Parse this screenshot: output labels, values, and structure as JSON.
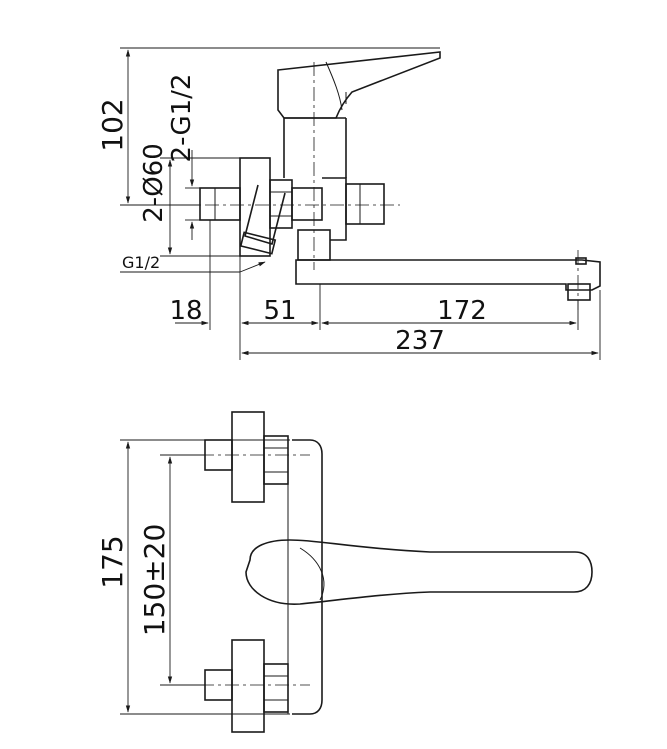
{
  "side_view": {
    "dim_height": "102",
    "dim_outlets": "2-G1/2",
    "dim_covers": "2-Ø60",
    "dim_spout_thread": "G1/2",
    "dim_wall_offset": "18",
    "dim_body": "51",
    "dim_spout": "172",
    "dim_total": "237"
  },
  "front_view": {
    "dim_height": "175",
    "dim_centers": "150±20"
  }
}
